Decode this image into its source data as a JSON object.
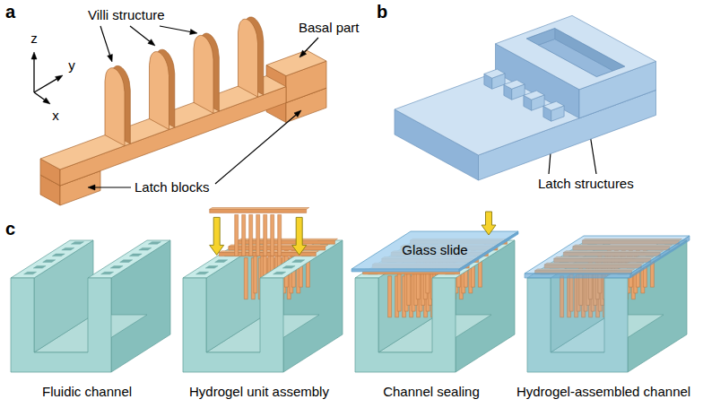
{
  "diagram": {
    "labels": [
      "a",
      "Villi structure",
      "Basal part",
      "z",
      "y",
      "x",
      "Latch blocks",
      "b",
      "Latch structures",
      "c",
      "Glass slide",
      "Fluidic channel",
      "Hydrogel unit assembly",
      "Channel sealing",
      "Hydrogel-assembled channel"
    ]
  }
}
